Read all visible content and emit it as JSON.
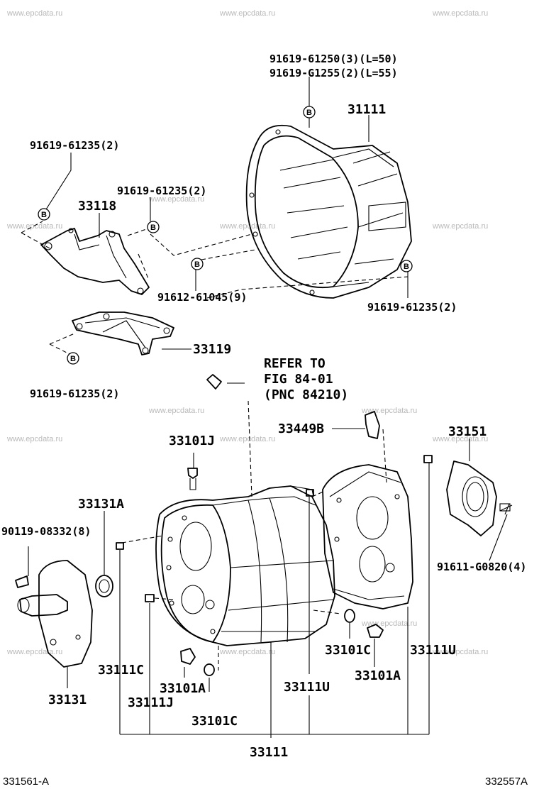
{
  "watermark": "www.epcdata.ru",
  "bubble_letter": "B",
  "labels": {
    "l_91619_61250": "91619-61250(3)(L=50)",
    "l_91619_g1255": "91619-G1255(2)(L=55)",
    "l_31111": "31111",
    "l_91619_61235_a": "91619-61235(2)",
    "l_33118": "33118",
    "l_91619_61235_b": "91619-61235(2)",
    "l_91612_61045": "91612-61045(9)",
    "l_91619_61235_c": "91619-61235(2)",
    "l_33119": "33119",
    "l_91619_61235_d": "91619-61235(2)",
    "l_refer1": "REFER TO",
    "l_refer2": "FIG 84-01",
    "l_refer3": "(PNC 84210)",
    "l_33449b": "33449B",
    "l_33151": "33151",
    "l_33101j": "33101J",
    "l_33131a": "33131A",
    "l_90119": "90119-08332(8)",
    "l_91611": "91611-G0820(4)",
    "l_33101c_r": "33101C",
    "l_33111u_r": "33111U",
    "l_33101a_r": "33101A",
    "l_33111c": "33111C",
    "l_33101a_c": "33101A",
    "l_33111u_c": "33111U",
    "l_33131": "33131",
    "l_33111j": "33111J",
    "l_33101c_c": "33101C",
    "l_33111": "33111"
  },
  "footer": {
    "left_code": "331561-A",
    "right_code": "332557A"
  }
}
